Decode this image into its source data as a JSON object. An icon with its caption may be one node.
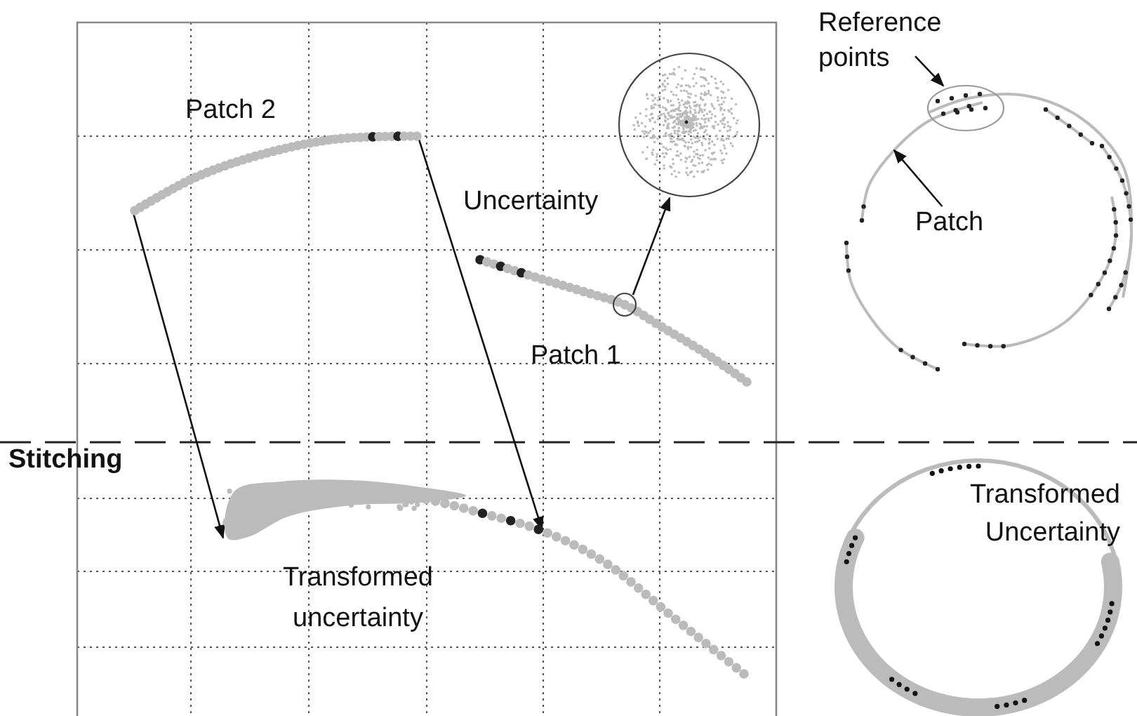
{
  "diagram": {
    "nodes": [
      {
        "text": [],
        "shape": "circle"
      },
      {
        "text": [],
        "shape": "circle"
      },
      {
        "text": [
          "Reference points"
        ]
      },
      {
        "text": [],
        "shape": "ellipse"
      },
      {
        "text": [
          "Patch"
        ]
      },
      {
        "text": [],
        "shape": "picture"
      },
      {
        "text": [],
        "shape": "picture"
      }
    ],
    "edges": [
      {
        "from": 1,
        "to": 0,
        "arrow": "to"
      },
      {
        "from": 2,
        "to": 3,
        "arrow": "to"
      },
      {
        "from": 4,
        "to": null,
        "arrow": "to"
      },
      {
        "from": 5,
        "to": 6,
        "arrow": "to"
      },
      {
        "from": 5,
        "to": 6,
        "arrow": "to"
      }
    ],
    "labels": [
      "Patch 2",
      "Uncertainty",
      "Patch 1",
      "Stitching",
      "Transformed uncertainty",
      "Transformed Uncertainty"
    ]
  }
}
